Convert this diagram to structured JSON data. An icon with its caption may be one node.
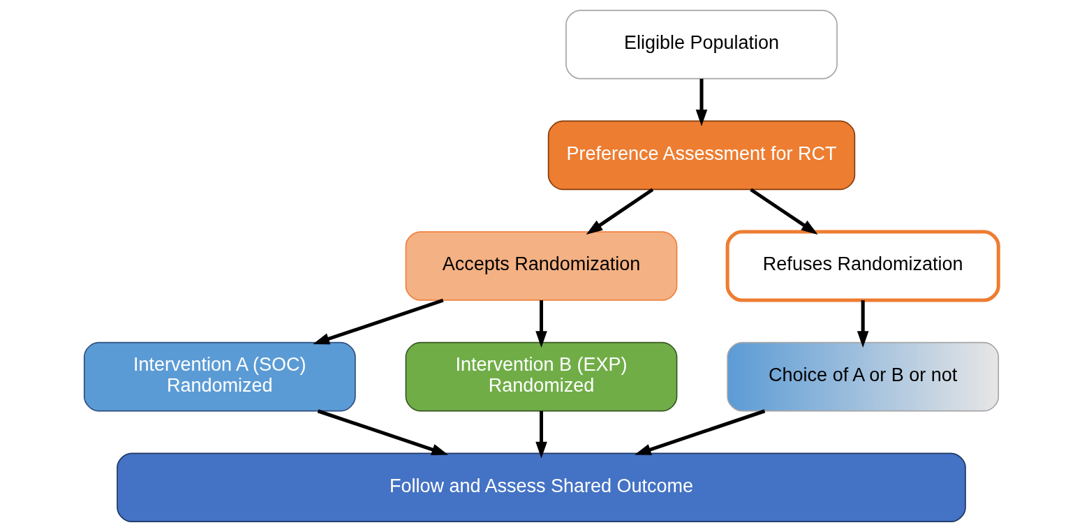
{
  "diagram": {
    "nodes": [
      {
        "text": [
          "Eligible Population"
        ]
      },
      {
        "text": [
          "Preference Assessment for RCT"
        ]
      },
      {
        "text": [
          "Accepts Randomization"
        ]
      },
      {
        "text": [
          "Refuses Randomization"
        ]
      },
      {
        "text": [
          "Intervention A (SOC)",
          "Randomized"
        ]
      },
      {
        "text": [
          "Intervention B (EXP)",
          "Randomized"
        ]
      },
      {
        "text": [
          "Choice of A or B or not"
        ]
      },
      {
        "text": [
          "Follow and Assess Shared Outcome"
        ]
      }
    ],
    "edges": [
      {
        "from": 0,
        "to": 1,
        "arrow": "to"
      },
      {
        "from": 1,
        "to": 2,
        "arrow": "to"
      },
      {
        "from": 1,
        "to": 3,
        "arrow": "to"
      },
      {
        "from": 2,
        "to": 4,
        "arrow": "to"
      },
      {
        "from": 2,
        "to": 5,
        "arrow": "to"
      },
      {
        "from": 3,
        "to": 6,
        "arrow": "to"
      },
      {
        "from": 4,
        "to": 7,
        "arrow": "to"
      },
      {
        "from": 5,
        "to": 7,
        "arrow": "to"
      },
      {
        "from": 6,
        "to": 7,
        "arrow": "to"
      }
    ]
  }
}
